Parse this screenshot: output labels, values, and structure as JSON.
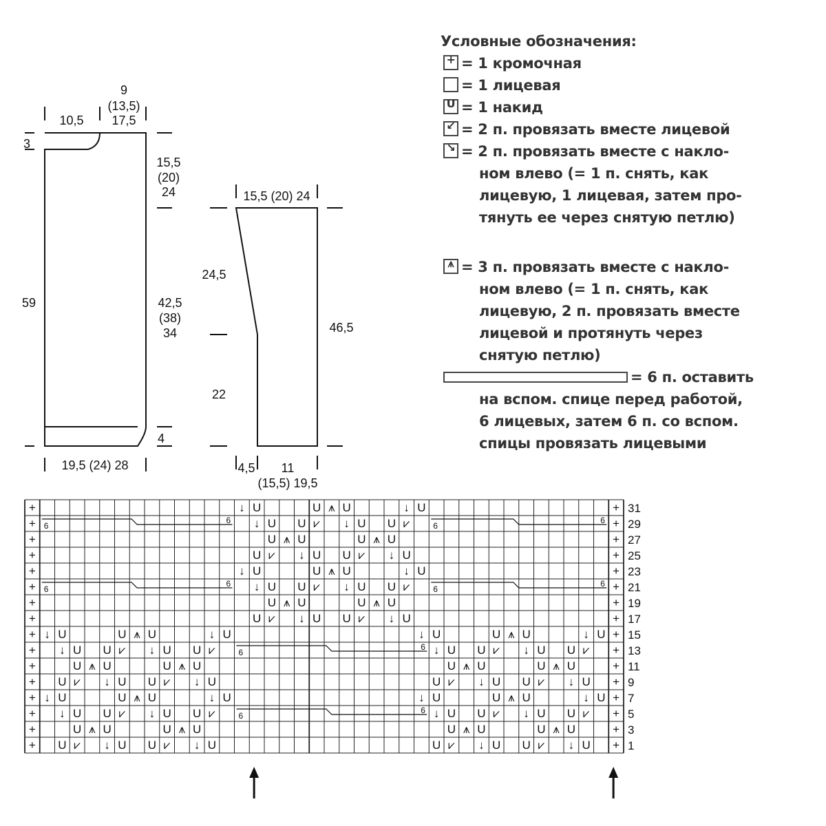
{
  "schematic": {
    "back": {
      "top_width_left": "10,5",
      "shoulder_top": "9",
      "shoulder_mid": "(13,5)",
      "shoulder_bottom": "17,5",
      "neck_depth": "3",
      "height_total": "59",
      "armhole_1": "15,5",
      "armhole_2": "(20)",
      "armhole_3": "24",
      "side_1": "42,5",
      "side_2": "(38)",
      "side_3": "34",
      "rib": "4",
      "bottom_width": "19,5 (24) 28"
    },
    "sleeve": {
      "top_width": "15,5 (20) 24",
      "upper": "24,5",
      "lower": "22",
      "total": "46,5",
      "cuff_left": "4,5",
      "cuff_top": "11",
      "cuff_bottom": "(15,5) 19,5"
    }
  },
  "legend": {
    "title": "Условные обозначения:",
    "items": [
      {
        "symbol": "+",
        "lines": [
          "= 1 кромочная"
        ]
      },
      {
        "symbol": "",
        "lines": [
          "= 1 лицевая"
        ]
      },
      {
        "symbol": "U",
        "lines": [
          "= 1 накид"
        ]
      },
      {
        "symbol": "↙",
        "lines": [
          "= 2 п. провязать вместе лицевой"
        ]
      },
      {
        "symbol": "↘",
        "lines": [
          "= 2 п. провязать вместе с накло-",
          "ном влево (= 1 п. снять, как",
          "лицевую, 1 лицевая, затем про-",
          "тянуть ее через снятую петлю)"
        ]
      },
      {
        "symbol": "⩚",
        "lines": [
          "= 3 п. провязать вместе с накло-",
          "ном влево (= 1 п. снять, как",
          "лицевую, 2 п. провязать вместе",
          "лицевой и протянуть через",
          "снятую петлю)"
        ]
      },
      {
        "symbol": "cable",
        "lines": [
          "= 6 п. оставить",
          "на вспом. спице перед работой,",
          "6 лицевых, затем 6 п. со вспом.",
          "спицы провязать лицевыми"
        ]
      }
    ]
  },
  "chart": {
    "edge_symbol": "+",
    "row_labels": [
      "31",
      "29",
      "27",
      "25",
      "23",
      "21",
      "19",
      "17",
      "15",
      "13",
      "11",
      "9",
      "7",
      "5",
      "3",
      "1"
    ],
    "yarn_over": "U",
    "k2tog": "↓",
    "ssk": "⩗",
    "sk2p": "⩚",
    "cable_label": "6"
  }
}
